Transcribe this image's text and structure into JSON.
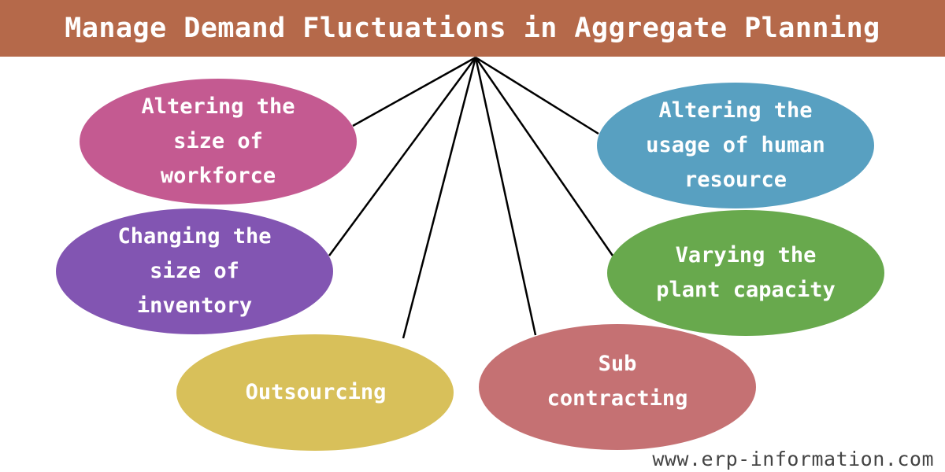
{
  "title": "Manage Demand Fluctuations in Aggregate Planning",
  "watermark": "www.erp-information.com",
  "colors": {
    "banner": "#b5694a",
    "lines": "#000000",
    "workforce": "#c45a91",
    "inventory": "#8255b2",
    "outsourcing": "#d8c05a",
    "human_resource": "#58a0c1",
    "plant_capacity": "#68a94d",
    "subcontracting": "#c57173"
  },
  "nodes": {
    "workforce": "Altering the size of workforce",
    "inventory": "Changing the size of inventory",
    "outsourcing": "Outsourcing",
    "human_resource": "Altering the usage of human resource",
    "plant_capacity": "Varying the plant capacity",
    "subcontracting": "Sub contracting"
  }
}
